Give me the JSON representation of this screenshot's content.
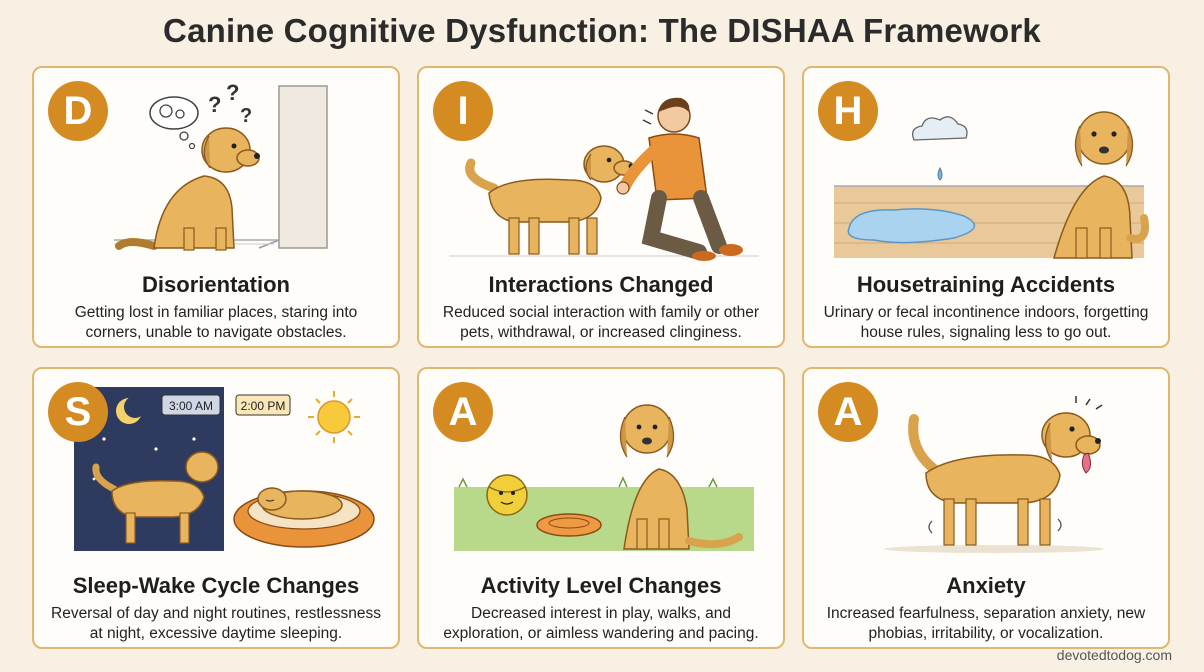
{
  "title": "Canine Cognitive Dysfunction: The DISHAA Framework",
  "cards": [
    {
      "letter": "D",
      "heading": "Disorientation",
      "description": "Getting lost in familiar places, staring into corners, unable to navigate obstacles."
    },
    {
      "letter": "I",
      "heading": "Interactions Changed",
      "description": "Reduced social interaction with family or other pets, withdrawal, or increased clinginess."
    },
    {
      "letter": "H",
      "heading": "Housetraining Accidents",
      "description": "Urinary or fecal incontinence indoors, forgetting house rules, signaling less to go out."
    },
    {
      "letter": "S",
      "heading": "Sleep-Wake Cycle Changes",
      "description": "Reversal of day and night routines, restlessness at night, excessive daytime sleeping.",
      "night_time": "3:00 AM",
      "day_time": "2:00 PM"
    },
    {
      "letter": "A",
      "heading": "Activity Level Changes",
      "description": "Decreased interest in play, walks, and exploration, or aimless wandering and pacing."
    },
    {
      "letter": "A",
      "heading": "Anxiety",
      "description": "Increased fearfulness, separation anxiety, new phobias, irritability, or vocalization."
    }
  ],
  "footer": "devotedtodog.com",
  "colors": {
    "accent": "#d48c22",
    "border": "#e0b770",
    "dog": "#e8b45e",
    "background": "#f8f0e3"
  }
}
